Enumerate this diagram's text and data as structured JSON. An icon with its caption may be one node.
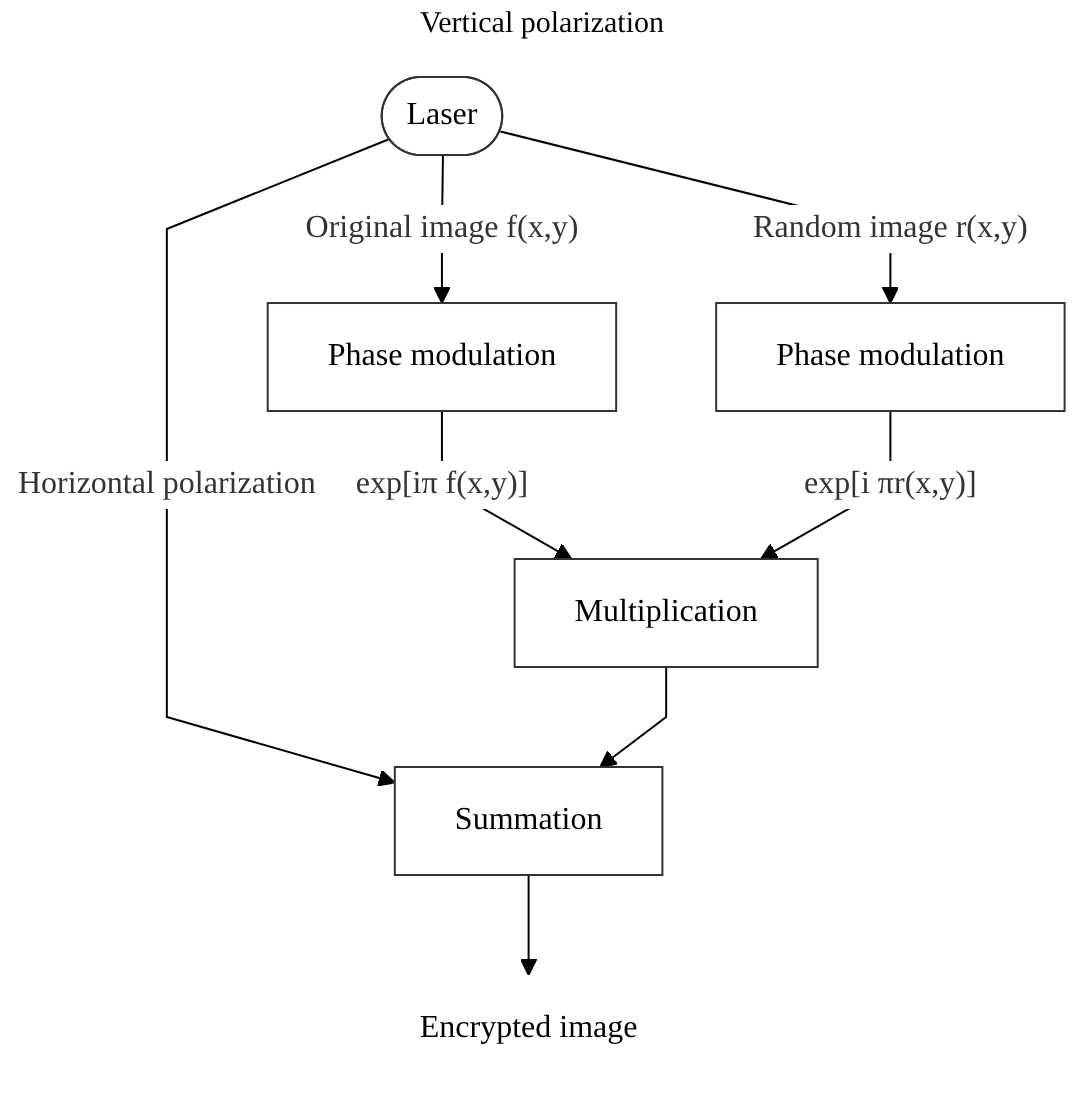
{
  "diagram": {
    "nodes": [
      {
        "text": [
          "Laser"
        ]
      },
      {
        "text": [
          "Phase modulation"
        ]
      },
      {
        "text": [
          "Phase modulation"
        ]
      },
      {
        "text": [
          "Multiplication"
        ]
      },
      {
        "text": [
          "Summation"
        ]
      },
      {
        "text": [
          "Encrypted image"
        ]
      }
    ],
    "edges": [
      {
        "from": 0,
        "to": 1,
        "arrow": "to",
        "label": "Original image f(x,y)"
      },
      {
        "from": 0,
        "to": 2,
        "arrow": "to",
        "label": "Random image r(x,y)"
      },
      {
        "from": 0,
        "to": 4,
        "arrow": "to",
        "label": "Horizontal polarization"
      },
      {
        "from": 1,
        "to": 3,
        "arrow": "to",
        "label": "exp[iπ f(x,y)]"
      },
      {
        "from": 2,
        "to": 3,
        "arrow": "to",
        "label": "exp[i πr(x,y)]"
      },
      {
        "from": 3,
        "to": 4,
        "arrow": "to"
      },
      {
        "from": 4,
        "to": 5,
        "arrow": "to"
      }
    ],
    "labels": [
      "Vertical polarization"
    ]
  }
}
